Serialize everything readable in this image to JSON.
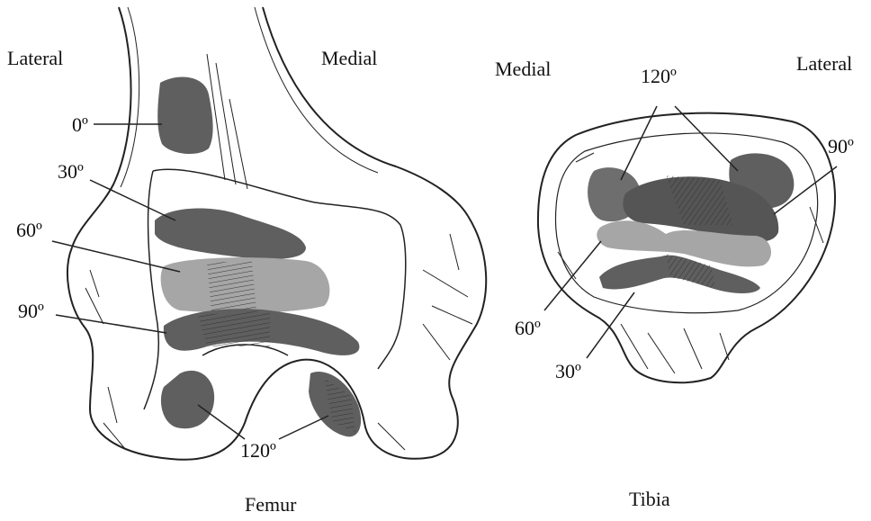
{
  "femur": {
    "lateral": "Lateral",
    "medial": "Medial",
    "angles": {
      "a0": "0º",
      "a30": "30º",
      "a60": "60º",
      "a90": "90º",
      "a120": "120º"
    },
    "caption": "Femur"
  },
  "tibia": {
    "medial": "Medial",
    "lateral": "Lateral",
    "angles": {
      "a120": "120º",
      "a90": "90º",
      "a60": "60º",
      "a30": "30º"
    },
    "caption": "Tibia"
  },
  "colors": {
    "dark": "#5f5f5f",
    "mid": "#6e6e6e",
    "light": "#a6a6a6",
    "line": "#222222"
  }
}
